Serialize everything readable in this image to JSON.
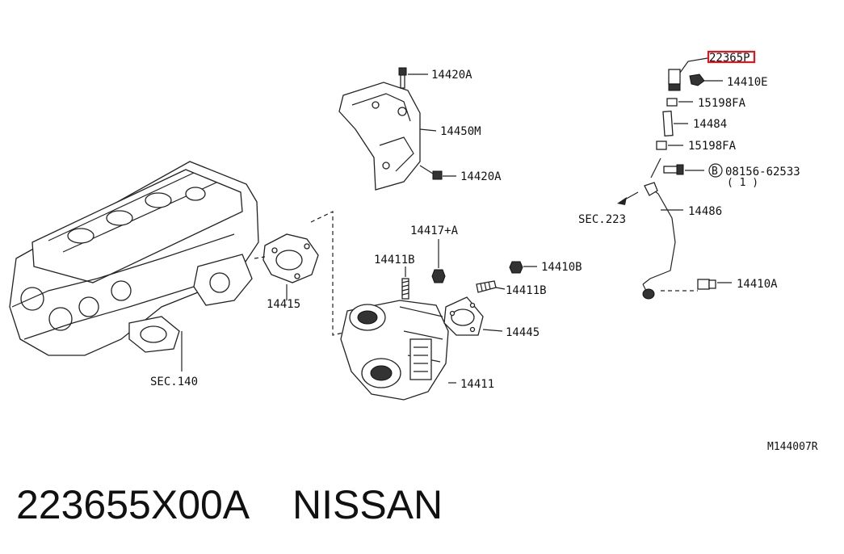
{
  "diagram": {
    "sheet_code": "M144007R",
    "callouts": {
      "p14420a_top": "14420A",
      "p14450m": "14450M",
      "p14420a_mid": "14420A",
      "p22365p": "22365P",
      "p14410e": "14410E",
      "p15198fa_top": "15198FA",
      "p14484": "14484",
      "p15198fa_bot": "15198FA",
      "p08156_62533": "08156-62533",
      "p08156_qty": "( 1 )",
      "bolt_marker": "B",
      "sec223": "SEC.223",
      "p14486": "14486",
      "p14417a": "14417+A",
      "p14411b_left": "14411B",
      "p14410b": "14410B",
      "p14411b_right": "14411B",
      "p14415": "14415",
      "p14445": "14445",
      "p14410a": "14410A",
      "p14411": "14411",
      "sec140": "SEC.140"
    },
    "highlight_color": "#e8141c"
  },
  "caption": {
    "part_number": "223655X00A",
    "brand": "NISSAN"
  }
}
